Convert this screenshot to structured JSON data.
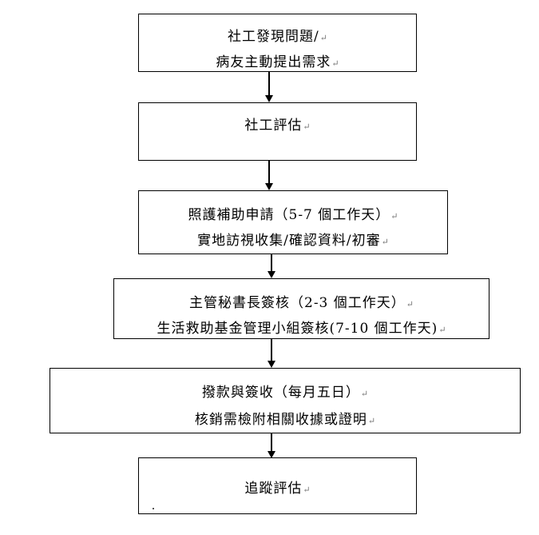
{
  "steps": [
    {
      "lines": [
        "社工發現問題/",
        "病友主動提出需求"
      ]
    },
    {
      "lines": [
        "社工評估"
      ]
    },
    {
      "lines": [
        "照護補助申請（5-7 個工作天）",
        "實地訪視收集/確認資料/初審"
      ]
    },
    {
      "lines": [
        "主管秘書長簽核（2-3 個工作天）",
        "生活救助基金管理小組簽核(7-10 個工作天)"
      ]
    },
    {
      "lines": [
        "撥款與簽收（每月五日）",
        "核銷需檢附相關收據或證明"
      ]
    },
    {
      "lines": [
        "追蹤評估"
      ]
    }
  ],
  "paragraph_mark": "↵"
}
